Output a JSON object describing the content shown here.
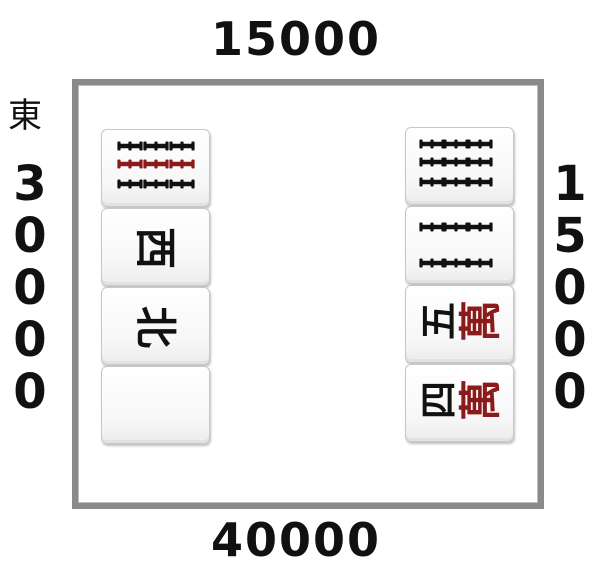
{
  "scores": {
    "top": "15000",
    "left": "30000",
    "right": "15000",
    "bottom": "40000"
  },
  "round_wind": "東",
  "left_discards": [
    {
      "type": "bamboo",
      "value": 9,
      "icon": "nine-of-bamboo-tile-icon"
    },
    {
      "type": "wind",
      "value": "西",
      "icon": "west-wind-tile-icon"
    },
    {
      "type": "wind",
      "value": "北",
      "icon": "north-wind-tile-icon"
    },
    {
      "type": "blank",
      "value": "",
      "icon": "blank-tile-icon"
    }
  ],
  "right_discards": [
    {
      "type": "bamboo",
      "value": 9,
      "icon": "nine-of-bamboo-tile-icon"
    },
    {
      "type": "bamboo",
      "value": 6,
      "icon": "six-of-bamboo-tile-icon"
    },
    {
      "type": "character",
      "value": "五萬",
      "icon": "five-of-characters-tile-icon"
    },
    {
      "type": "character",
      "value": "四萬",
      "icon": "four-of-characters-tile-icon"
    }
  ],
  "colors": {
    "frame": "#8a8a8a",
    "black_ink": "#111111",
    "red_ink": "#8b1a1a"
  }
}
